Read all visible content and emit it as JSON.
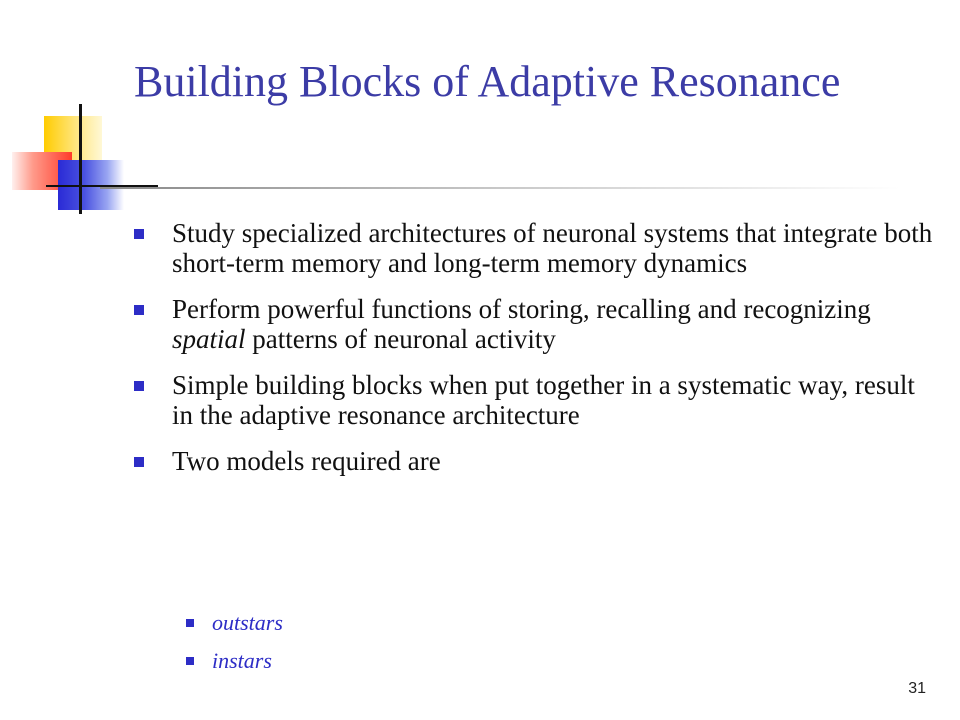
{
  "slide": {
    "title": "Building Blocks of Adaptive Resonance",
    "bullets": [
      {
        "text": "Study specialized architectures of neuronal systems that integrate both short-term memory and long-term memory dynamics"
      },
      {
        "pre": "Perform powerful functions of storing, recalling and recognizing ",
        "emph": "spatial",
        "post": " patterns of neuronal activity"
      },
      {
        "text": "Simple building blocks when put together in a systematic way, result in the adaptive resonance architecture"
      },
      {
        "text": "Two models required are"
      }
    ],
    "subbullets": [
      {
        "text": "outstars"
      },
      {
        "text": "instars"
      }
    ],
    "page_number": "31"
  },
  "colors": {
    "title": "#3c3ca6",
    "bullet_marker": "#2d2dc6",
    "subbullet_text": "#2d2dc6",
    "logo_yellow": "#ffcc00",
    "logo_red": "#ff3b2a",
    "logo_blue": "#2a2ad6"
  },
  "icons": {
    "logo": "color-squares-logo-icon",
    "bullet": "square-bullet-icon"
  }
}
